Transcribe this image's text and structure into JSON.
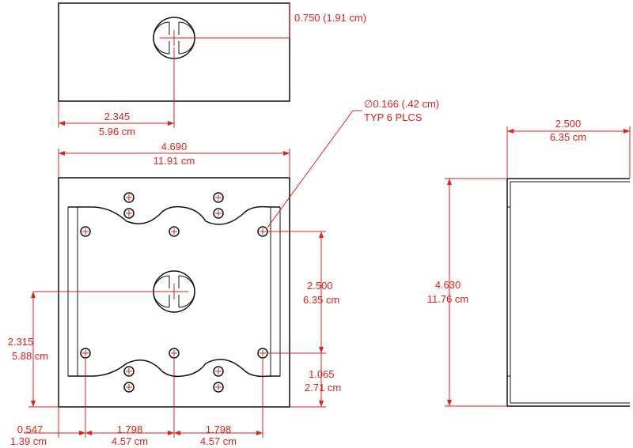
{
  "drawing": {
    "line_color": "#111111",
    "dimension_color": "#e0201c",
    "top_view": {
      "depth": {
        "inch": "0.750",
        "cm": "(1.91 cm)"
      },
      "hole_offset": {
        "inch": "2.345",
        "cm": "5.96 cm"
      }
    },
    "front_view": {
      "width": {
        "inch": "4.690",
        "cm": "11.91 cm"
      },
      "hole_spec": {
        "diameter": "∅0.166 (.42 cm)",
        "quantity": "TYP 6 PLCS"
      },
      "hole_spacing_vertical": {
        "inch": "2.500",
        "cm": "6.35 cm"
      },
      "center_hole_height": {
        "inch": "2.315",
        "cm": "5.88 cm"
      },
      "bottom_hole_offset": {
        "inch": "1.065",
        "cm": "2.71 cm"
      },
      "left_hole_offset": {
        "inch": "0.547",
        "cm": "1.39 cm"
      },
      "hole_spacing_left": {
        "inch": "1.798",
        "cm": "4.57 cm"
      },
      "hole_spacing_right": {
        "inch": "1.798",
        "cm": "4.57 cm"
      }
    },
    "side_view": {
      "width": {
        "inch": "2.500",
        "cm": "6.35 cm"
      },
      "height": {
        "inch": "4.630",
        "cm": "11.76 cm"
      }
    }
  }
}
